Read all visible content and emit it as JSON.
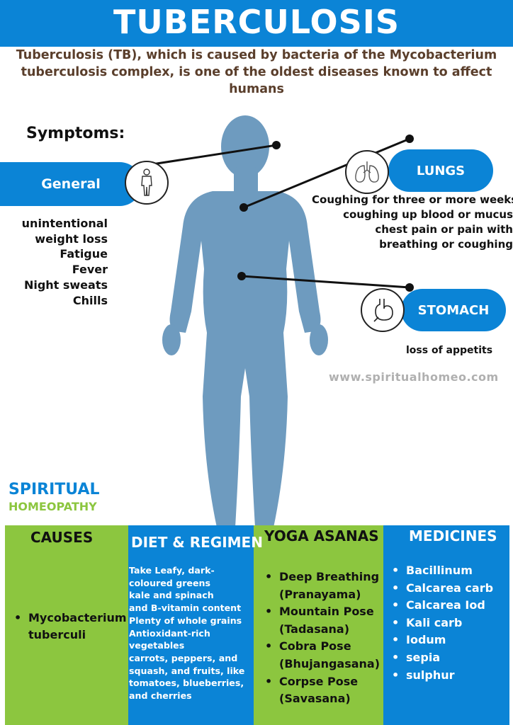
{
  "header": {
    "title": "TUBERCULOSIS",
    "intro": "Tuberculosis (TB), which is caused by bacteria of the Mycobacterium tuberculosis complex, is one of the oldest diseases known to affect humans"
  },
  "symptoms": {
    "heading": "Symptoms:",
    "general": {
      "label": "General",
      "icon": "human-figure-icon",
      "items": [
        "unintentional",
        "weight loss",
        "Fatigue",
        "Fever",
        "Night sweats",
        "Chills"
      ]
    },
    "lungs": {
      "label": "LUNGS",
      "icon": "lungs-icon",
      "items": [
        "Coughing for three or more weeks",
        "coughing up blood or mucus",
        "chest pain or pain with",
        "breathing or coughing"
      ]
    },
    "stomach": {
      "label": "STOMACH",
      "icon": "stomach-icon",
      "items": [
        "loss of appetits"
      ]
    }
  },
  "website": "www.spiritualhomeo.com",
  "brand": {
    "line1": "SPIRITUAL",
    "line2": "HOMEOPATHY"
  },
  "sections": {
    "causes": {
      "heading": "CAUSES",
      "items": [
        "Mycobacterium tuberculi"
      ]
    },
    "diet": {
      "heading": "DIET & REGIMEN",
      "lines": [
        "Take Leafy, dark-",
        "coloured greens",
        "kale and spinach",
        "and B-vitamin content",
        "Plenty of whole grains",
        "Antioxidant-rich",
        "vegetables",
        "carrots, peppers, and",
        "squash, and fruits, like",
        "tomatoes, blueberries,",
        "and cherries"
      ]
    },
    "yoga": {
      "heading": "YOGA ASANAS",
      "items": [
        "Deep Breathing (Pranayama)",
        "Mountain Pose (Tadasana)",
        "Cobra Pose (Bhujangasana)",
        "Corpse Pose (Savasana)"
      ]
    },
    "medicines": {
      "heading": "MEDICINES",
      "items": [
        "Bacillinum",
        "Calcarea carb",
        "Calcarea Iod",
        "Kali carb",
        "Iodum",
        "sepia",
        "sulphur"
      ]
    }
  },
  "colors": {
    "blue": "#0b84d6",
    "green": "#8cc63f",
    "body": "#6e9bbf",
    "intro": "#5a3e2b"
  }
}
